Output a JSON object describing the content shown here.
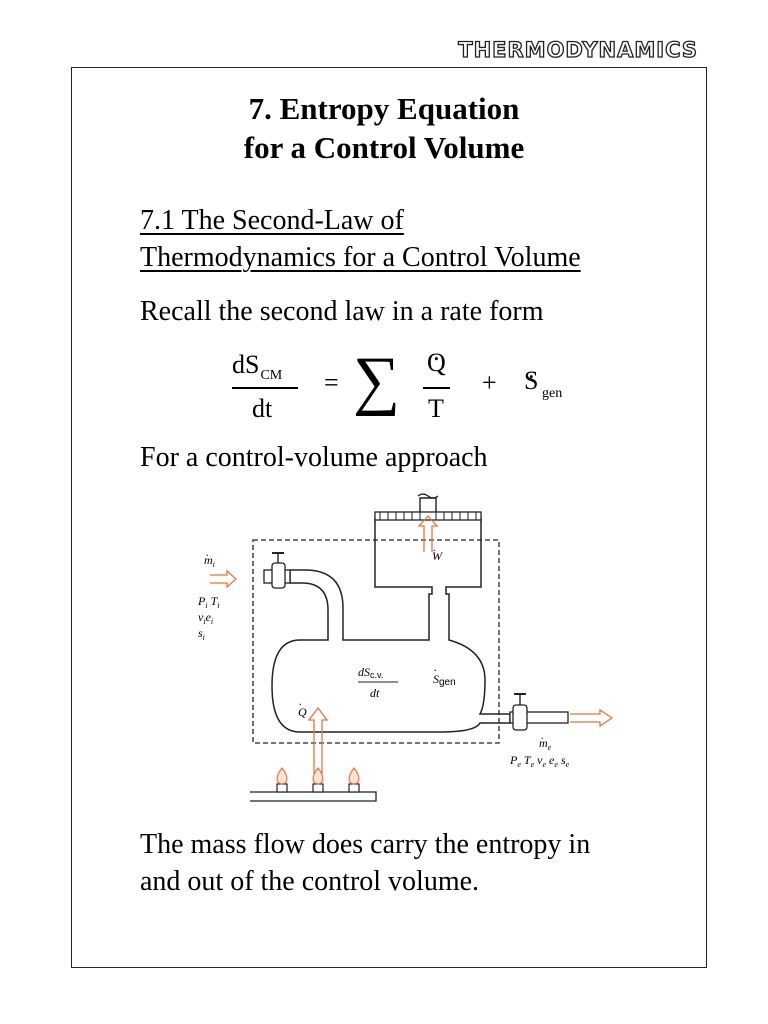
{
  "header": {
    "label": "THERMODYNAMICS"
  },
  "title": {
    "line1": "7. Entropy Equation",
    "line2": "for a Control Volume"
  },
  "section": {
    "line1": "7.1 The Second-Law of",
    "line2": "Thermodynamics for a Control Volume"
  },
  "body": {
    "recall": "Recall the second law in a rate form",
    "approach": "For a control-volume approach",
    "conclusion_line1": "The mass flow does carry the entropy in",
    "conclusion_line2": "and out of the control volume."
  },
  "equation": {
    "lhs_num": "dS",
    "lhs_sub": "CM",
    "lhs_den": "dt",
    "equals": "=",
    "sum": "∑",
    "rhs_num": "Q",
    "rhs_den": "T",
    "plus": "+",
    "gen": "S",
    "gen_sub": "gen"
  },
  "diagram": {
    "inlet_flow": "m",
    "inlet_flow_sub": "i",
    "inlet_props": [
      "P",
      "T",
      "v",
      "e",
      "s"
    ],
    "inlet_sub": "i",
    "work": "W",
    "storage_num": "dS",
    "storage_sub": "c.v.",
    "storage_den": "dt",
    "generation": "S",
    "generation_sub": "gen",
    "heat": "Q",
    "exit_flow": "m",
    "exit_flow_sub": "e",
    "exit_props": [
      "P",
      "T",
      "v",
      "e",
      "s"
    ],
    "exit_sub": "e"
  },
  "colors": {
    "arrow": "#e8743b",
    "flame": "#e8743b"
  }
}
